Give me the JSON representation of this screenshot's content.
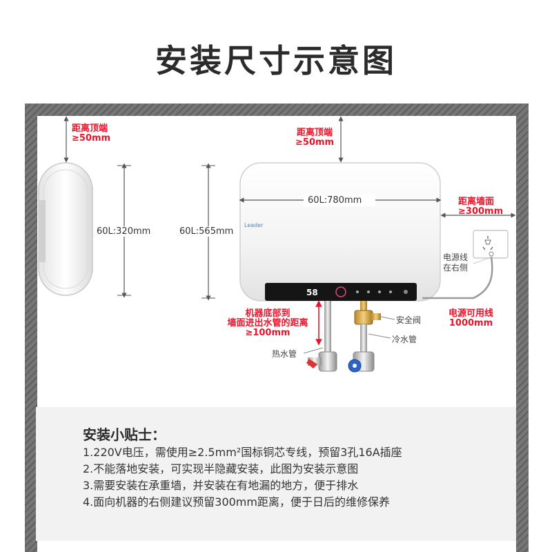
{
  "title": "安装尺寸示意图",
  "side_view": {
    "top_clearance": "距离顶端",
    "top_clearance_value": "≥50mm",
    "depth": "60L:320mm"
  },
  "front_view": {
    "top_clearance": "距离顶端",
    "top_clearance_value": "≥50mm",
    "width": "60L:780mm",
    "height": "60L:565mm",
    "brand": "Leader",
    "display": "58"
  },
  "right_clearance": {
    "line1": "距离墙面",
    "line2": "≥300mm"
  },
  "power": {
    "socket_note_line1": "电源线",
    "socket_note_line2": "在右侧",
    "cord_line1": "电源可用线",
    "cord_line2": "1000mm"
  },
  "bottom_clearance": {
    "line1": "机器底部到",
    "line2": "墙面进出水管的距离",
    "line3": "≥100mm"
  },
  "pipes": {
    "safety_valve": "安全阀",
    "cold_pipe": "冷水管",
    "hot_pipe": "热水管"
  },
  "tips": {
    "heading": "安装小贴士：",
    "items": [
      "1.220V电压，需使用≥2.5mm²国标铜芯专线，预留3孔16A插座",
      "2.不能落地安装，可实现半隐藏安装，此图为安装示意图",
      "3.需要安装在承重墙，并安装在有地漏的地方，便于排水",
      "4.面向机器的右侧建议预留300mm距离，便于日后的维修保养"
    ]
  },
  "colors": {
    "accent_red": "#e8142a",
    "wall_gray": "#767676"
  }
}
